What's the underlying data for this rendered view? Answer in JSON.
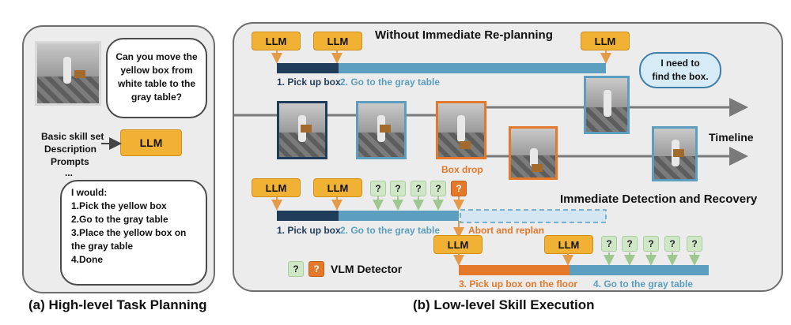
{
  "panel_a": {
    "caption": "(a) High-level Task Planning",
    "question": "Can you move the\nyellow box from\nwhite table to the\ngray table?",
    "inputs": [
      "Basic skill set",
      "Description",
      "Prompts",
      "..."
    ],
    "llm_label": "LLM",
    "answer": "I would:\n1.Pick the yellow box\n2.Go to the gray table\n3.Place the yellow box on\nthe gray table\n4.Done"
  },
  "panel_b": {
    "caption": "(b) Low-level Skill Execution",
    "top_title": "Without Immediate Re-planning",
    "top_llm": [
      "LLM",
      "LLM",
      "LLM"
    ],
    "top_steps": [
      "1. Pick up box",
      "2. Go to the gray table"
    ],
    "bubble": "I need to\nfind the box.",
    "timeline_label": "Timeline",
    "box_drop": "Box drop",
    "mid_title": "Immediate Detection and Recovery",
    "mid_llm": [
      "LLM",
      "LLM"
    ],
    "mid_steps": [
      "1. Pick up box",
      "2. Go to the gray table"
    ],
    "abort": "Abort and replan",
    "question_mark": "?",
    "bottom_llm": [
      "LLM",
      "LLM"
    ],
    "bottom_steps": [
      "3. Pick up box on the floor",
      "4. Go to the gray table"
    ],
    "legend_label": "VLM Detector"
  },
  "colors": {
    "dark_blue": "#1f3c5a",
    "light_blue": "#5b9ec0",
    "orange": "#e5792b",
    "llm_yellow": "#f0b134",
    "vlm_green": "#cfe6c7"
  }
}
